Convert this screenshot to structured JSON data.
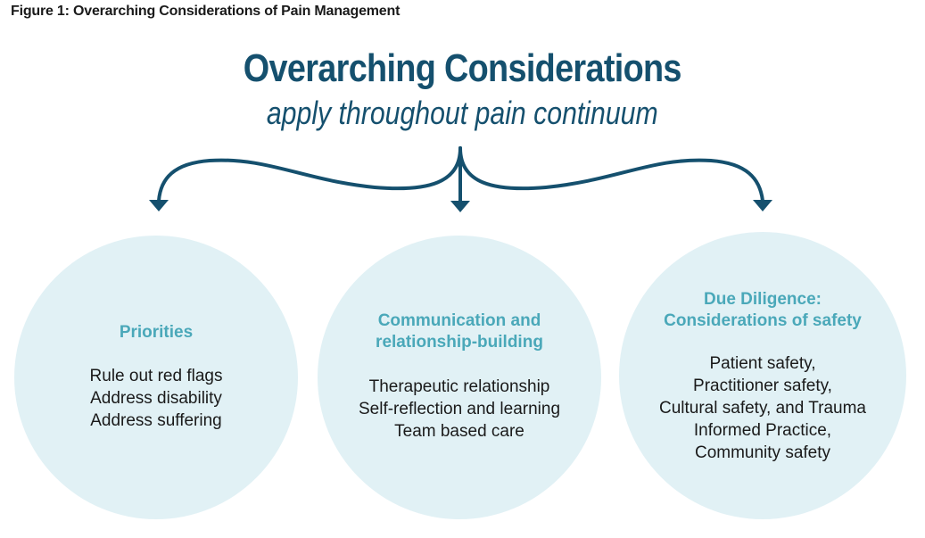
{
  "caption": "Figure 1: Overarching Considerations of Pain Management",
  "title": "Overarching Considerations",
  "subtitle": "apply throughout pain continuum",
  "colors": {
    "title": "#15506e",
    "heading": "#4aa8b9",
    "circle_fill": "#e1f1f5",
    "arrow": "#15506e",
    "body_text": "#1a1a1a"
  },
  "circles": [
    {
      "heading_lines": [
        "Priorities"
      ],
      "items": [
        "Rule out red flags",
        "Address disability",
        "Address suffering"
      ]
    },
    {
      "heading_lines": [
        "Communication and",
        "relationship-building"
      ],
      "items": [
        "Therapeutic relationship",
        "Self-reflection and learning",
        "Team based care"
      ]
    },
    {
      "heading_lines": [
        "Due Diligence:",
        "Considerations of safety"
      ],
      "items": [
        "Patient safety,",
        "Practitioner safety,",
        "Cultural safety, and Trauma",
        "Informed Practice,",
        "Community safety"
      ]
    }
  ]
}
